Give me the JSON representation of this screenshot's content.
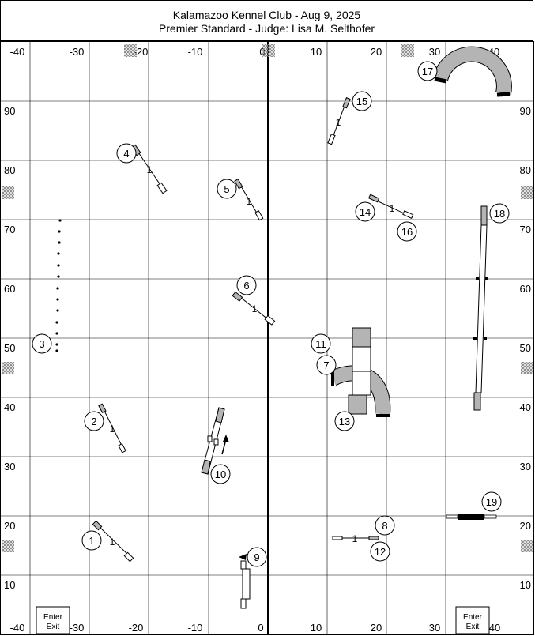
{
  "header": {
    "title": "Kalamazoo Kennel Club - Aug 9, 2025",
    "subtitle": "Premier Standard - Judge: Lisa M. Selthofer"
  },
  "grid": {
    "x_axis_top": [
      "-40",
      "-30",
      "-20",
      "-10",
      "0",
      "10",
      "20",
      "30",
      "40"
    ],
    "x_axis_bottom": [
      "-40",
      "-30",
      "-20",
      "-10",
      "0",
      "10",
      "20",
      "30",
      "40"
    ],
    "y_axis": [
      "90",
      "80",
      "70",
      "60",
      "50",
      "40",
      "30",
      "20",
      "10"
    ]
  },
  "entry": {
    "label_line1": "Enter",
    "label_line2": "Exit"
  },
  "obstacle_numbers": [
    "1",
    "2",
    "3",
    "4",
    "5",
    "6",
    "7",
    "8",
    "9",
    "10",
    "11",
    "12",
    "13",
    "14",
    "15",
    "16",
    "17",
    "18",
    "19"
  ],
  "jump_height_label": "1",
  "colors": {
    "line": "#000000",
    "obstacle_gray": "#b4b4b4",
    "background": "#ffffff"
  }
}
